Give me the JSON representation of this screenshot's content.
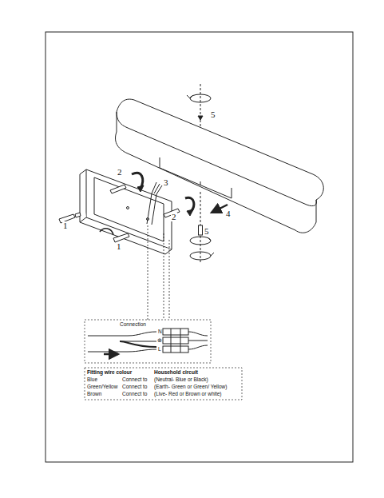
{
  "diagram": {
    "labels": [
      "5",
      "2",
      "3",
      "2",
      "4",
      "1",
      "1",
      "5",
      "Connection",
      "N",
      "⊕",
      "L",
      "Fitting wire colour",
      "Household circuit",
      "Blue",
      "Connect to",
      "(Neutral- Blue or Black)",
      "Green/Yellow",
      "Connect to",
      "(Earth- Green or Green/ Yellow)",
      "Brown",
      "Connect to",
      "(Live- Red or Brown or white)"
    ]
  }
}
